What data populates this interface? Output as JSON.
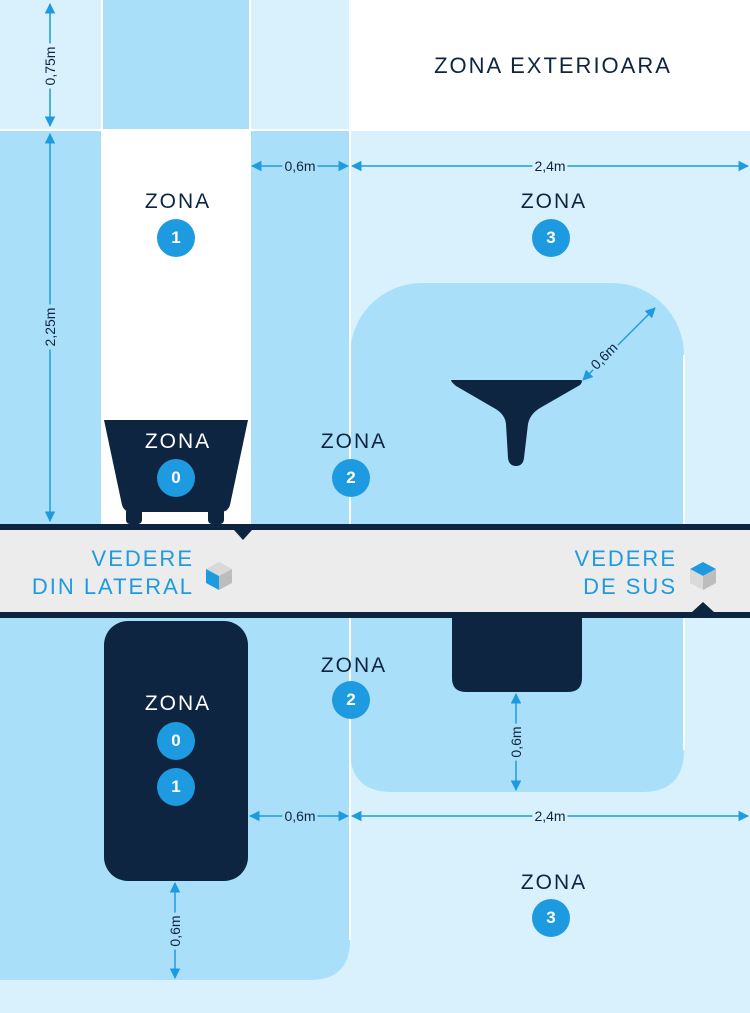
{
  "exterior_label": "ZONA EXTERIOARA",
  "zone_word": "ZONA",
  "side_view": {
    "zone1_number": "1",
    "zone3_number": "3",
    "zone0_number": "0",
    "zone2_number": "2",
    "dim_height_top": "0,75m",
    "dim_height_main": "2,25m",
    "dim_gap": "0,6m",
    "dim_wide": "2,4m",
    "dim_radius": "0,6m"
  },
  "divider": {
    "side_label_line1": "VEDERE",
    "side_label_line2": "DIN LATERAL",
    "top_label_line1": "VEDERE",
    "top_label_line2": "DE SUS"
  },
  "top_view": {
    "zone2_number": "2",
    "zone0_number": "0",
    "zone1_number": "1",
    "zone3_number": "3",
    "dim_sink_gap": "0,6m",
    "dim_gap": "0,6m",
    "dim_wide": "2,4m",
    "dim_bottom": "0,6m"
  },
  "colors": {
    "zone1": "#ffffff",
    "zone2": "#aadffa",
    "zone3": "#d8f1fd",
    "fixture": "#0d2540",
    "badge": "#1e9be0",
    "divider_band": "#ececec"
  }
}
